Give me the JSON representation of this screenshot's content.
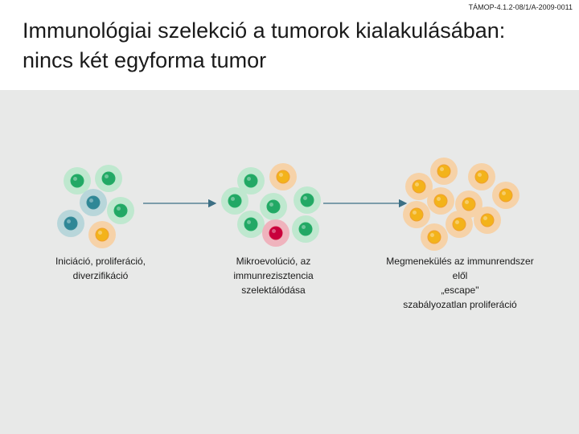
{
  "header": {
    "project_code": "TÁMOP-4.1.2-08/1/A-2009-0011",
    "title_line1": "Immunológiai szelekció a tumorok kialakulásában:",
    "title_line2": "nincs két egyforma tumor"
  },
  "colors": {
    "panel_bg": "#e8e9e8",
    "green_cell": "#27ae68",
    "teal_cell": "#3a8c9a",
    "orange_cell": "#f0a030",
    "red_cell": "#d01040",
    "arrow": "#3c6f84"
  },
  "stages": [
    {
      "caption_lines": [
        "Iniciáció, proliferáció,",
        "diverzifikáció"
      ],
      "cells": [
        "green",
        "green",
        "teal",
        "green",
        "teal",
        "orange"
      ]
    },
    {
      "caption_lines": [
        "Mikroevolúció, az",
        "immunrezisztencia",
        "szelektálódása"
      ],
      "cells": [
        "green",
        "orange",
        "green",
        "green",
        "green",
        "green",
        "red",
        "green"
      ]
    },
    {
      "caption_lines": [
        "Megmenekülés az immunrendszer",
        "elől",
        "„escape\"",
        "szabályozatlan proliferáció"
      ],
      "cells": [
        "orange",
        "orange",
        "orange",
        "orange",
        "orange",
        "orange",
        "orange",
        "orange",
        "orange",
        "orange"
      ]
    }
  ],
  "arrows": [
    {
      "from": "stage-1",
      "to": "stage-2"
    },
    {
      "from": "stage-2",
      "to": "stage-3"
    }
  ]
}
